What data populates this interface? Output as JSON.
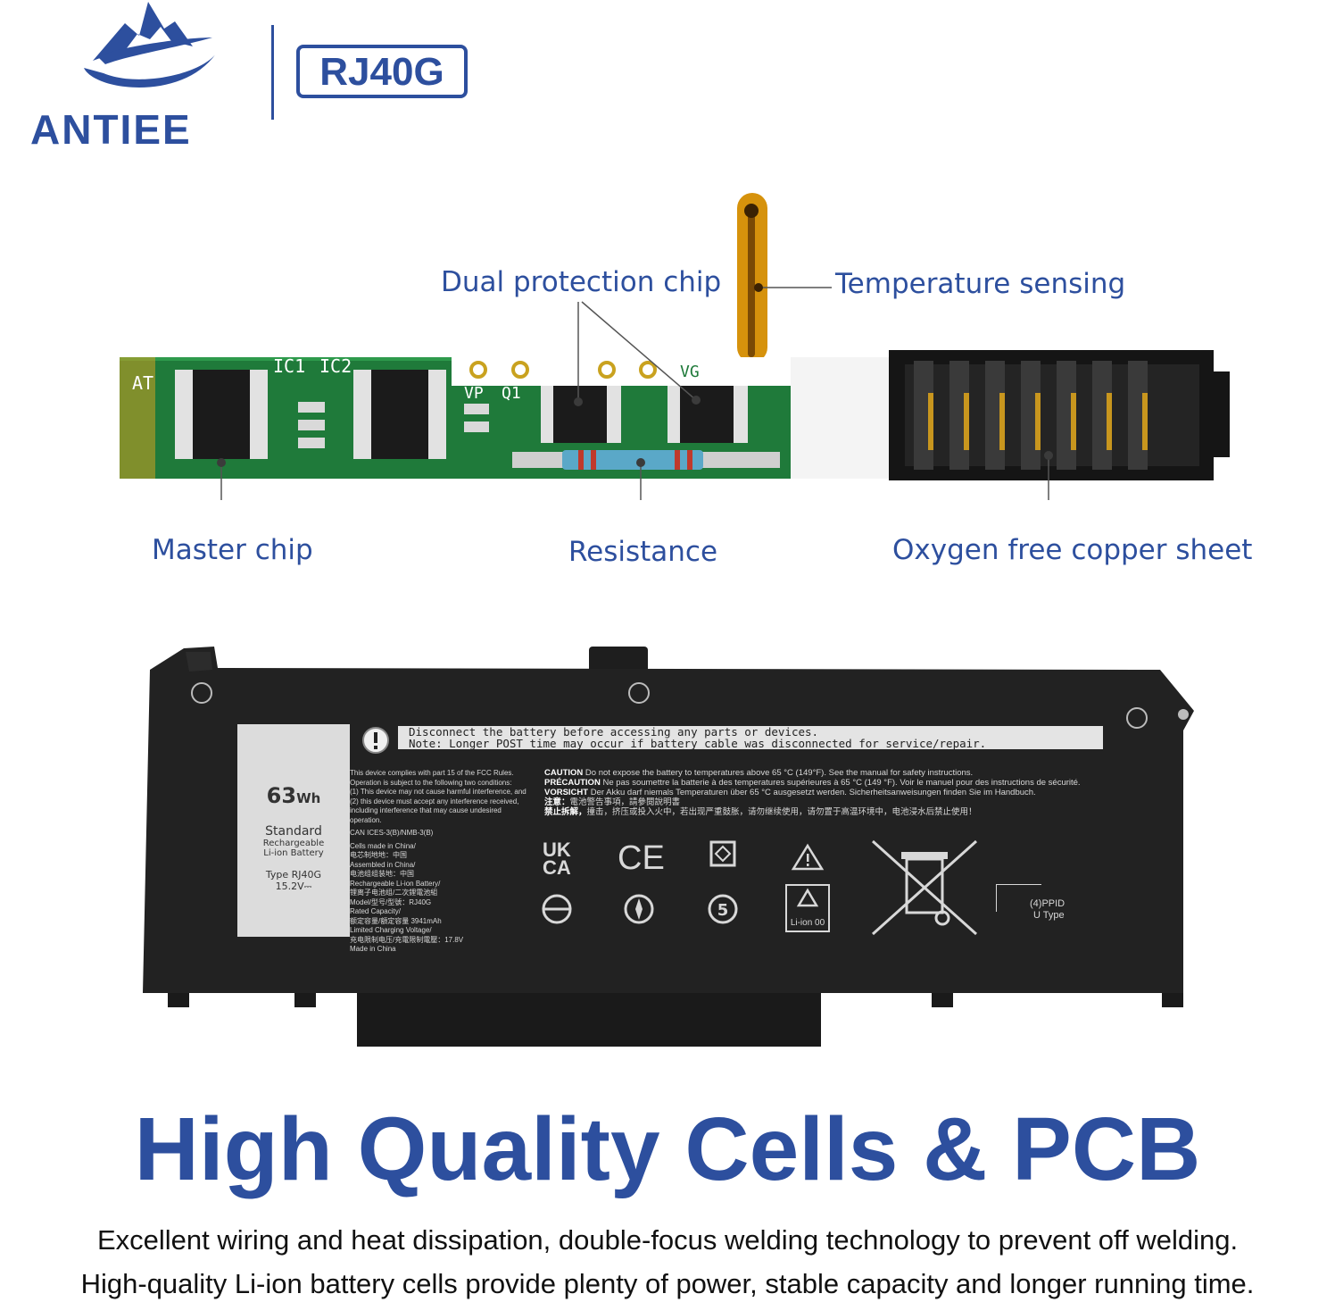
{
  "brand": {
    "name": "ANTIEE",
    "model": "RJ40G",
    "color": "#2d4f9e"
  },
  "callouts": {
    "dual_protection_chip": "Dual protection chip",
    "temperature_sensing": "Temperature sensing",
    "master_chip": "Master chip",
    "resistance": "Resistance",
    "copper_sheet": "Oxygen free copper sheet"
  },
  "pcb": {
    "silk_ic1": "IC1",
    "silk_ic2": "IC2",
    "silk_at": "AT",
    "silk_vp": "VP",
    "silk_q1": "Q1",
    "silk_vg": "VG"
  },
  "battery": {
    "capacity_value": "63",
    "capacity_unit": "Wh",
    "line_standard": "Standard",
    "line_rechargeable": "Rechargeable",
    "line_liion": "Li-ion Battery",
    "type_line": "Type RJ40G",
    "voltage_line": "15.2V⎓",
    "warning_line1": "Disconnect the battery before accessing any parts or devices.",
    "warning_line2": "Note: Longer POST time may occur if battery cable was disconnected for service/repair.",
    "fcc_lines": [
      "This device complies with part 15 of the FCC Rules.",
      "Operation is subject to the following two conditions:",
      "(1) This device may not cause harmful interference, and",
      "(2) this device must accept any interference received,",
      "including interference that may cause undesired",
      "operation.",
      "CAN ICES-3(B)/NMB-3(B)",
      "Cells made in China/",
      "电芯制地地：中国",
      "Assembled in China/",
      "电池组组装地：中国",
      "Rechargeable Li-ion Battery/",
      "锂离子电池组/二次鋰電池組",
      "Model/型号/型號：RJ40G",
      "Rated Capacity/",
      "额定容量/額定容量    3941mAh",
      "Limited Charging Voltage/",
      "充电限制电压/充電限制電壓：17.8V",
      "Made in China"
    ],
    "caution_lines": [
      {
        "head": "CAUTION",
        "text": "Do not expose the battery to temperatures above 65 °C (149°F). See the manual for safety instructions."
      },
      {
        "head": "PRÉCAUTION",
        "text": "Ne pas soumettre la batterie à des temperatures supérieures à 65 °C (149 °F). Voir le manuel pour des instructions de sécurité."
      },
      {
        "head": "VORSICHT",
        "text": "Der Akku darf niemals Temperaturen über 65 °C ausgesetzt werden. Sicherheitsanweisungen finden Sie im Handbuch."
      },
      {
        "head": "注意：",
        "text": "電池警告事項，請參閱說明書"
      },
      {
        "head": "禁止拆解，",
        "text": "撞击，挤压或投入火中，若出现严重鼓胀，请勿继续使用，请勿置于高温环境中，电池浸水后禁止使用！"
      }
    ],
    "mark_uk1": "UK",
    "mark_uk2": "CA",
    "mark_ce": "CE",
    "mark_liion": "Li-ion 00",
    "mark_recycle_num": "5",
    "ppid_line1": "(4)PPID",
    "ppid_line2": "U Type"
  },
  "headline": "High Quality Cells & PCB",
  "description": {
    "line1": "Excellent wiring and heat dissipation, double-focus welding technology to prevent off welding.",
    "line2": "High-quality Li-ion battery cells provide plenty of power, stable capacity and longer running time."
  },
  "icons": {
    "logo": "mountain-swoosh-logo-icon",
    "warning": "exclamation-circle-icon",
    "recycle": "recycle-icon",
    "bin": "crossed-bin-icon",
    "triangle": "warning-triangle-icon"
  },
  "colors": {
    "pcb_green": "#1f7a3a",
    "battery_body": "#1e1e1e",
    "flex_cable": "#d6920c",
    "copper": "#c8961e"
  }
}
